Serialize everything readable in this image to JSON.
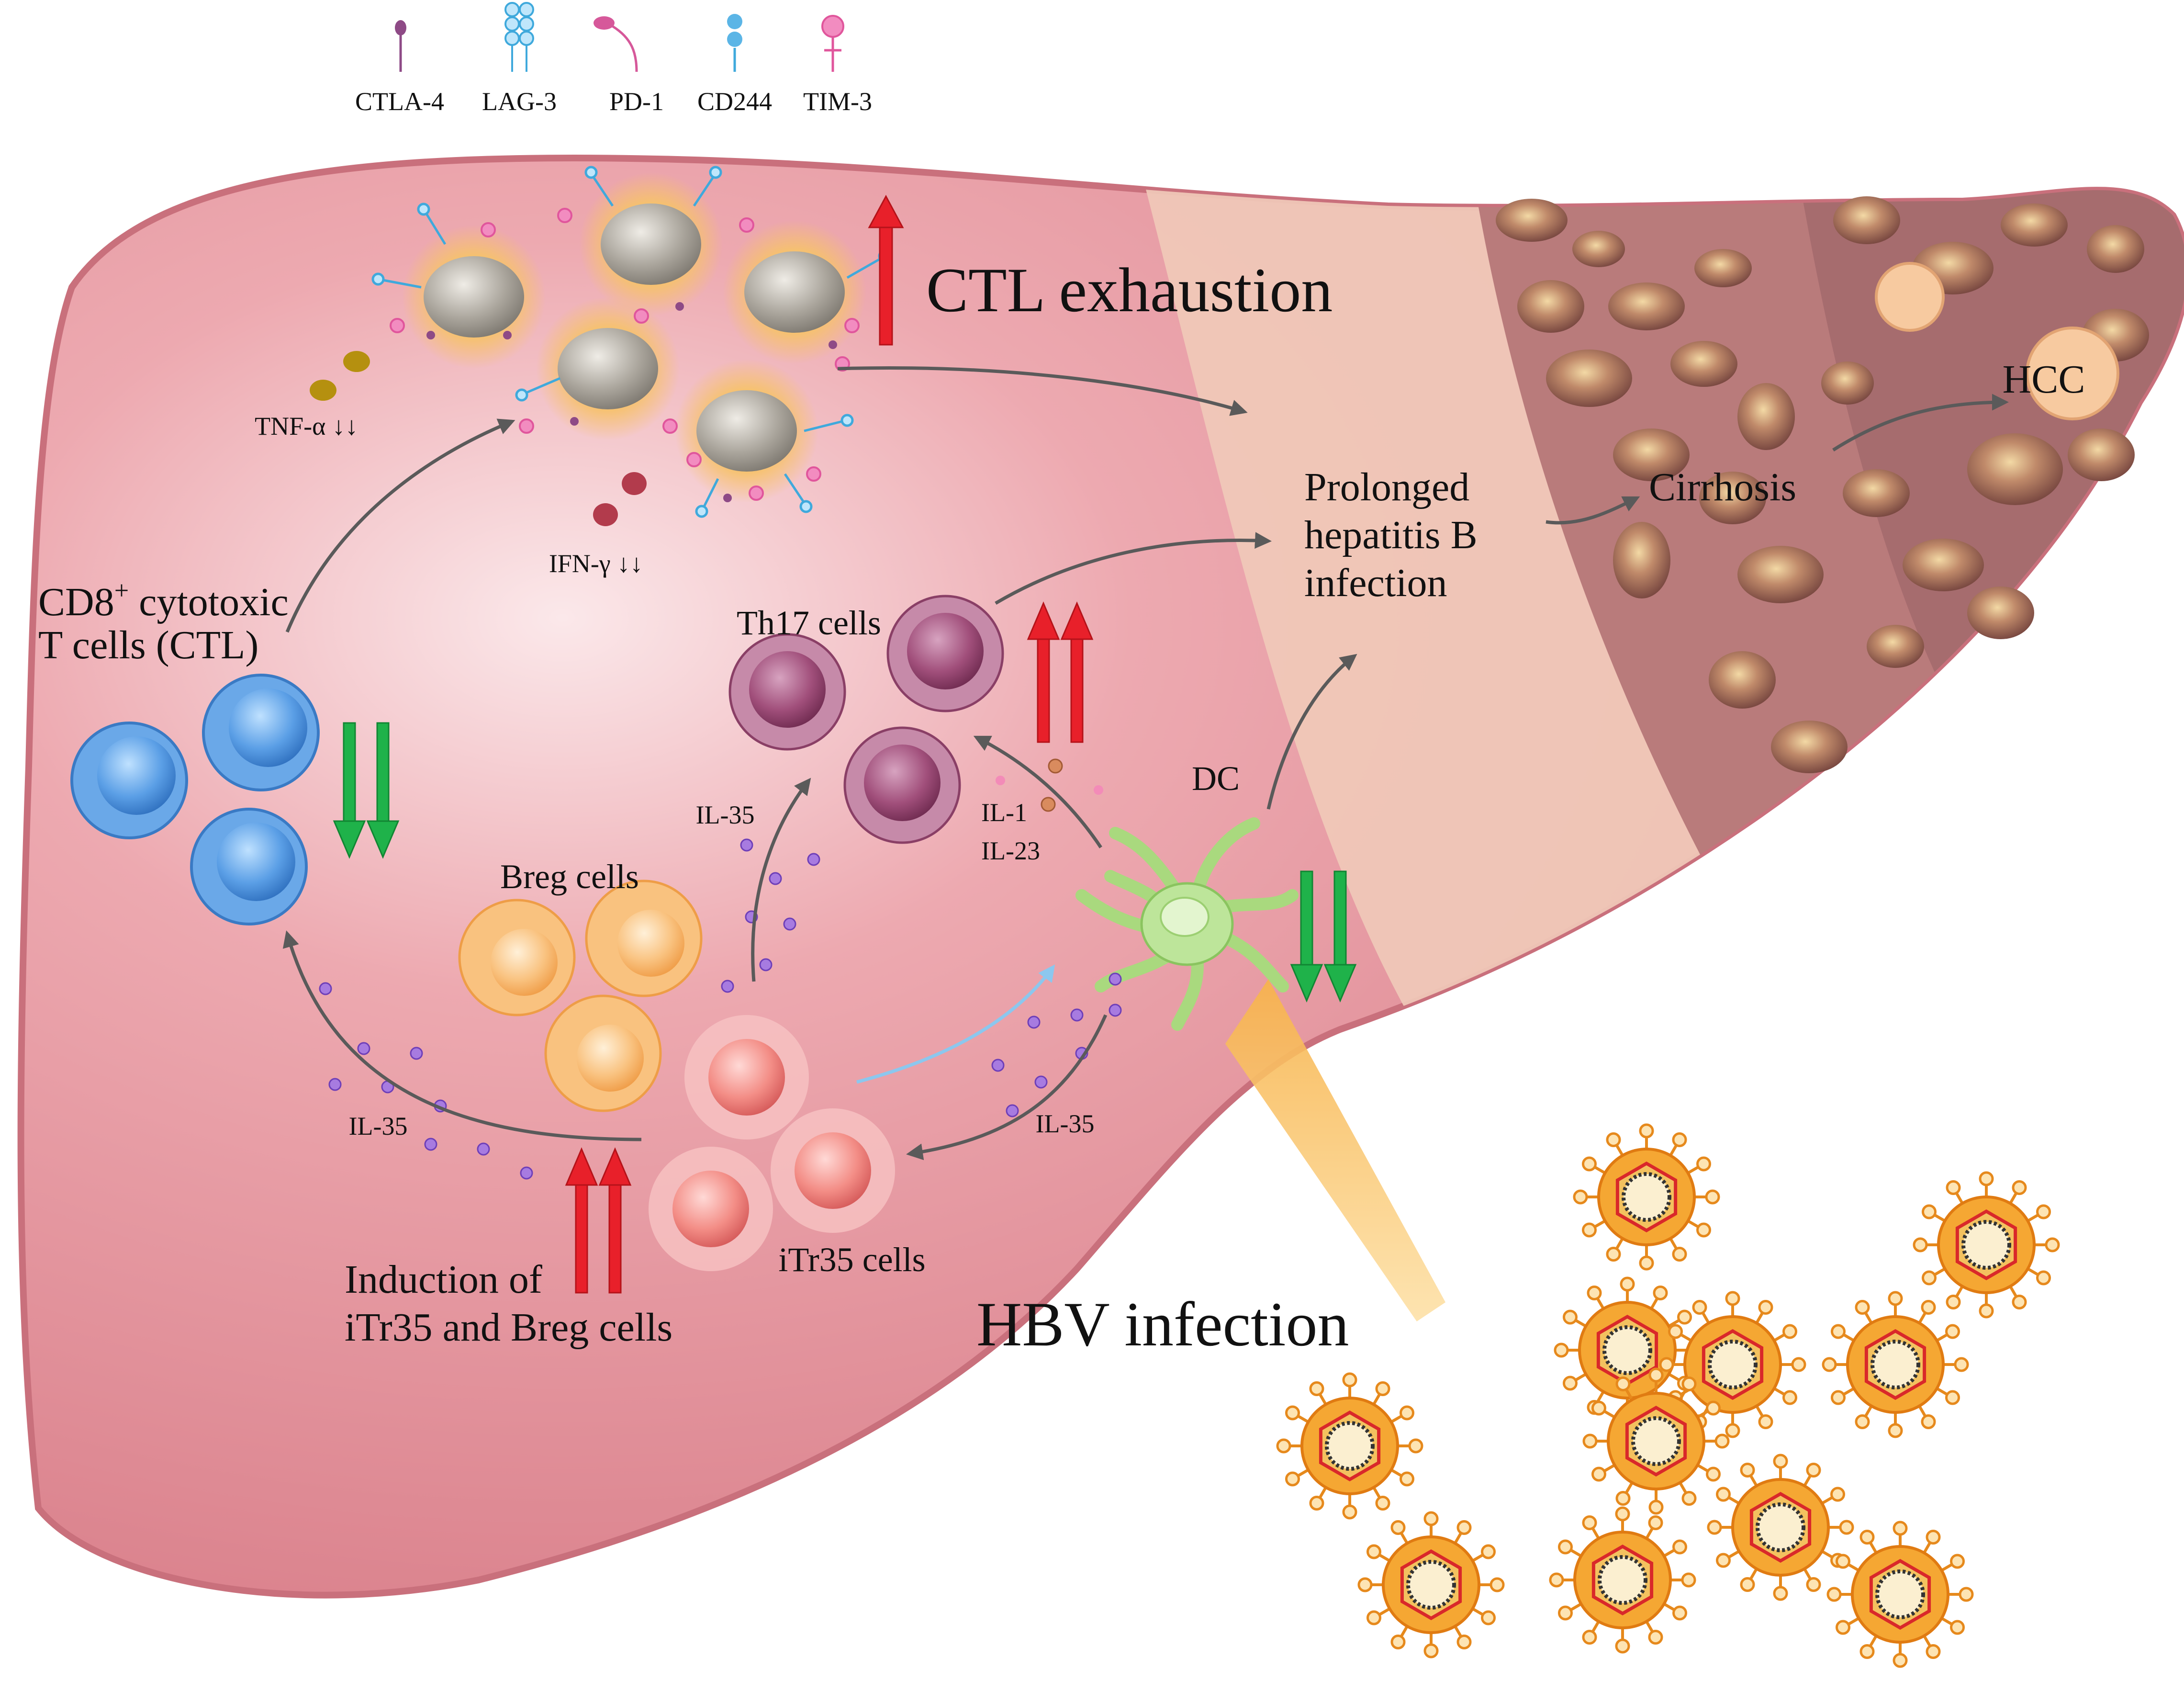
{
  "legend": {
    "items": [
      {
        "label": "CTLA-4",
        "icon": "ctla4-receptor-icon",
        "color": "#8e4a86"
      },
      {
        "label": "LAG-3",
        "icon": "lag3-receptor-icon",
        "color": "#3fa9dc"
      },
      {
        "label": "PD-1",
        "icon": "pd1-receptor-icon",
        "color": "#d6589a"
      },
      {
        "label": "CD244",
        "icon": "cd244-receptor-icon",
        "color": "#3fa9dc"
      },
      {
        "label": "TIM-3",
        "icon": "tim3-receptor-icon",
        "color": "#e0569c"
      }
    ]
  },
  "labels": {
    "ctl_exhaustion": "CTL exhaustion",
    "tnf_alpha": "TNF-α ↓↓",
    "ifn_gamma": "IFN-γ ↓↓",
    "cd8_line1_pre": "CD8",
    "cd8_sup": "+",
    "cd8_line1_post": " cytotoxic",
    "cd8_line2": "T cells (CTL)",
    "th17": "Th17 cells",
    "il35_top": "IL-35",
    "il1": "IL-1",
    "il23": "IL-23",
    "dc": "DC",
    "breg": "Breg cells",
    "il35_left": "IL-35",
    "il35_right": "IL-35",
    "induction_line1": "Induction of",
    "induction_line2": "iTr35 and Breg cells",
    "itr35": "iTr35 cells",
    "prolonged_line1": "Prolonged",
    "prolonged_line2": "hepatitis B",
    "prolonged_line3": "infection",
    "cirrhosis": "Cirrhosis",
    "hcc": "HCC",
    "hbv": "HBV infection"
  },
  "colors": {
    "liver": "#e8959e",
    "liver_edge": "#c9707c",
    "healthy_band": "#f0c9b9",
    "cirrhosis_band": "#b77a7a",
    "hcc_band": "#a26b6d",
    "ctl_cell": "#4a8fdc",
    "th17_cell": "#a4517a",
    "breg_cell": "#f7b269",
    "itr35_cell": "#f08080",
    "dc_cell": "#a9d97e",
    "exhausted_cell": "#9a958e",
    "up_arrow": "#e8202a",
    "down_arrow": "#1fb24a",
    "flow_arrow": "#5a5a5a",
    "virus": "#f2a12f",
    "il35_dot": "#8a4fc9"
  }
}
